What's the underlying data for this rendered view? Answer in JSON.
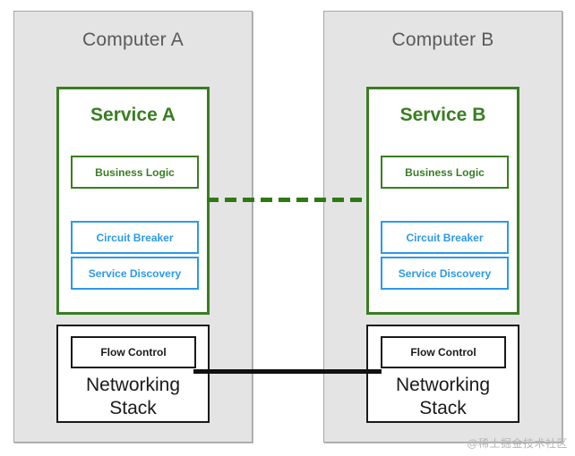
{
  "diagram": {
    "computers": [
      {
        "id": "computer-a",
        "title": "Computer A",
        "service": {
          "title": "Service A",
          "components": [
            {
              "label": "Business Logic",
              "style": "green"
            },
            {
              "label": "Circuit Breaker",
              "style": "blue"
            },
            {
              "label": "Service Discovery",
              "style": "blue"
            }
          ]
        },
        "networking": {
          "flow_control": "Flow Control",
          "label_line1": "Networking",
          "label_line2": "Stack"
        }
      },
      {
        "id": "computer-b",
        "title": "Computer B",
        "service": {
          "title": "Service B",
          "components": [
            {
              "label": "Business Logic",
              "style": "green"
            },
            {
              "label": "Circuit Breaker",
              "style": "blue"
            },
            {
              "label": "Service Discovery",
              "style": "blue"
            }
          ]
        },
        "networking": {
          "flow_control": "Flow Control",
          "label_line1": "Networking",
          "label_line2": "Stack"
        }
      }
    ],
    "connectors": [
      {
        "id": "service-link",
        "style": "dashed",
        "color": "#2d7a13"
      },
      {
        "id": "networking-link",
        "style": "solid",
        "color": "#111111"
      }
    ],
    "colors": {
      "panel_background": "#e4e4e4",
      "panel_border": "#a6a6a6",
      "service_green": "#3a7d22",
      "component_blue": "#2b9ae8",
      "networking_black": "#1a1a1a",
      "title_gray": "#5a5a5a",
      "watermark_gray": "#b5b5b5"
    }
  },
  "watermark": {
    "text": "@稀土掘金技术社区"
  }
}
